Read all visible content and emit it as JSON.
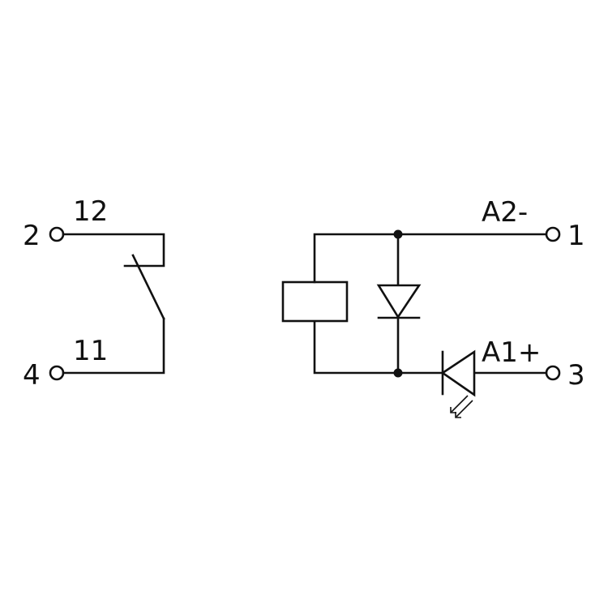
{
  "diagram": {
    "left_contact": {
      "terminal_top": "2",
      "terminal_bottom": "4",
      "label_top": "12",
      "label_bottom": "11"
    },
    "right_coil": {
      "terminal_top": "1",
      "terminal_bottom": "3",
      "label_top": "A2-",
      "label_bottom": "A1+"
    },
    "colors": {
      "line": "#111111",
      "background": "#ffffff"
    }
  }
}
